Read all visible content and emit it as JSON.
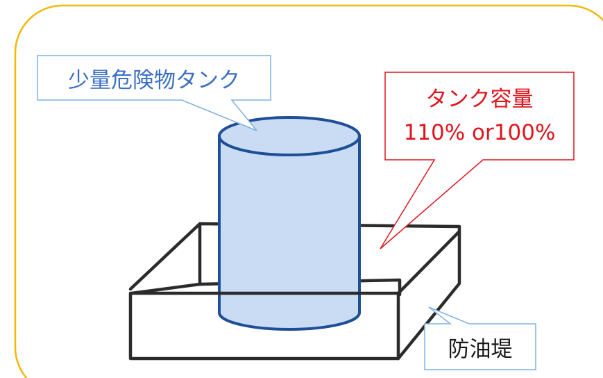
{
  "tank_label": "少量危険物タンク",
  "capacity_label": {
    "line1": "タンク容量",
    "line2": "110% or100%"
  },
  "dike_label": "防油堤",
  "colors": {
    "frame_border": "#f2b705",
    "tank_fill": "#c9dcf4",
    "tank_stroke": "#1e4f96",
    "blue_callout_border": "#7fb0df",
    "red_callout_border": "#e0141c",
    "dike_stroke": "#2b2b2b"
  },
  "icons": {
    "tank": "cylinder-tank-icon",
    "dike": "oil-dike-box-icon"
  }
}
